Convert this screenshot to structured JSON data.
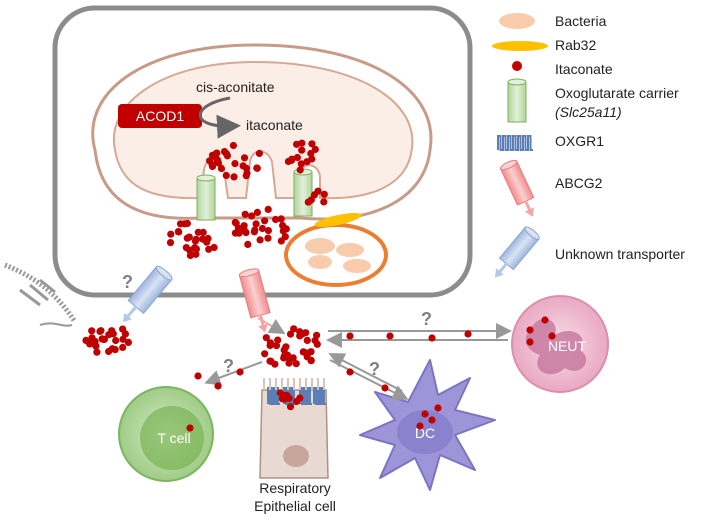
{
  "legend": {
    "bacteria": "Bacteria",
    "rab32": "Rab32",
    "itaconate": "Itaconate",
    "carrier": "Oxoglutarate carrier",
    "carrier_gene": "(Slc25a11)",
    "oxgr1": "OXGR1",
    "abcg2": "ABCG2",
    "unknown": "Unknown transporter"
  },
  "labels": {
    "enzyme": "ACOD1",
    "substrate": "cis-aconitate",
    "product": "itaconate",
    "neut": "NEUT",
    "dc": "DC",
    "tcell": "T cell",
    "epi_line1": "Respiratory",
    "epi_line2": "Epithelial cell",
    "question": "?"
  },
  "colors": {
    "itaconate": "#c00000",
    "enzyme": "#c00000",
    "carrier": "#c5e0b4",
    "rab32": "#ffc000",
    "bacteria": "#f8cbad",
    "abcg2": "#f4a6a6",
    "unknown_transporter": "#b4c7e7",
    "oxgr1": "#5b7fb5",
    "cell_outline": "#808080",
    "mito_outline": "#c89b88",
    "vacuole": "#ed7d31",
    "neut": "#f1c6d6",
    "dc": "#9d95d8",
    "tcell": "#a9d18e",
    "epithelial": "#e9d9d3"
  }
}
